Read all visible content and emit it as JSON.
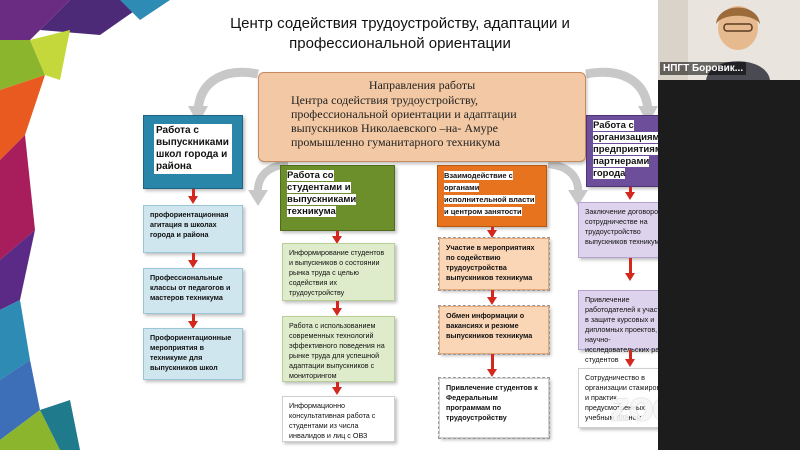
{
  "slide": {
    "title_line1": "Центр содействия трудоустройству, адаптации и",
    "title_line2": "профессиональной ориентации",
    "scroll": {
      "heading": "Направления работы",
      "body": "Центра содействия трудоустройству, профессиональной ориентации и адаптации выпускников Николаевского –на- Амуре промышленно гуманитарного техникума"
    },
    "columns": {
      "col1": {
        "head": "Работа с выпускниками школ города и района",
        "items": [
          "профориентационная агитация в школах города и района",
          "Профессиональные классы от педагогов и мастеров техникума",
          "Профориентационные мероприятия в техникуме для выпускников школ"
        ]
      },
      "col2": {
        "head": "Работа со студентами и выпускниками техникума",
        "items": [
          "Информирование студентов и выпускников о состоянии рынка труда с целью содействия их трудоустройству",
          "Работа с использованием современных технологий эффективного поведения на рынке труда для успешной адаптации выпускников с мониторингом",
          "Информационно консультативная работа с студентами из числа инвалидов и лиц с ОВЗ"
        ]
      },
      "col3": {
        "head": "Взаимодействие с органами исполнительной власти и центром занятости",
        "items": [
          "Участие в мероприятиях по содействию трудоустройства выпускников техникума",
          "Обмен информации о вакансиях и резюме выпускников техникума",
          "Привлечение студентов к Федеральным программам по трудоустройству"
        ]
      },
      "col4": {
        "head": "Работа с организациями и предприятиями-партнерами города",
        "items": [
          "Заключение договоров о сотрудничестве на трудоустройство выпускников техникума",
          "Привлечение работодателей к участию в защите курсовых и дипломных проектов, научно-исследовательских работ студентов",
          "Сотрудничество в организации стажировок и практик, предусмотренных учебным планом"
        ]
      }
    }
  },
  "zoom_watermark": "zoom",
  "participant": {
    "name": "НПГТ Боровик..."
  },
  "colors": {
    "teal": "#2a86a8",
    "olive": "#6c8f2c",
    "orange": "#e8731e",
    "purple": "#6c4e9a",
    "arrow": "#d2281e"
  }
}
